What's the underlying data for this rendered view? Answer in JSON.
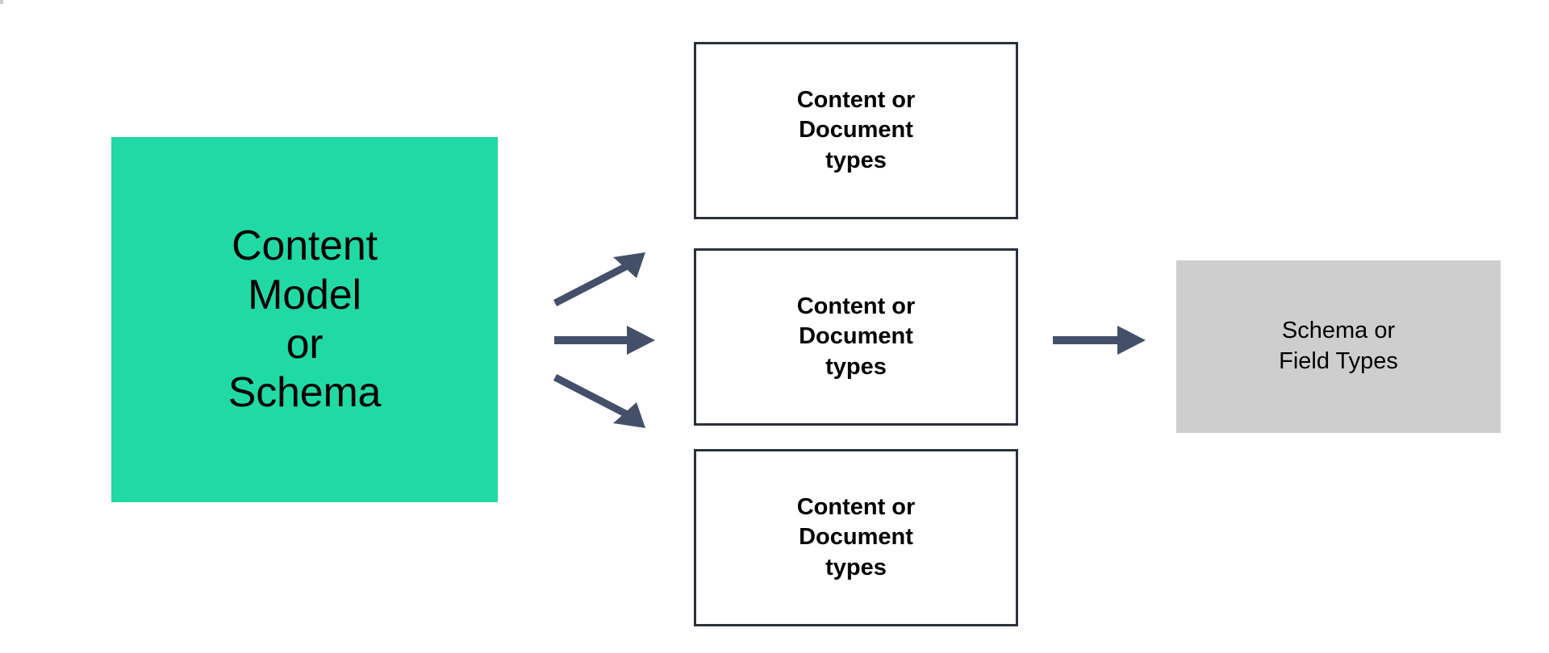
{
  "diagram": {
    "title": "Content Model relationship diagram",
    "background_color": "#ffffff",
    "source_node": {
      "name": "content-model-node",
      "label": "Content\nModel\nor\nSchema",
      "fill_color": "#21d9a4",
      "text_color": "#000000",
      "shape": "rectangle"
    },
    "type_nodes": [
      {
        "name": "content-type-node-1",
        "label": "Content or\nDocument\ntypes",
        "fill_color": "#ffffff",
        "border_color": "#2b303c",
        "text_color": "#000000",
        "shape": "rectangle"
      },
      {
        "name": "content-type-node-2",
        "label": "Content or\nDocument\ntypes",
        "fill_color": "#ffffff",
        "border_color": "#2b303c",
        "text_color": "#000000",
        "shape": "rectangle"
      },
      {
        "name": "content-type-node-3",
        "label": "Content or\nDocument\ntypes",
        "fill_color": "#ffffff",
        "border_color": "#2b303c",
        "text_color": "#000000",
        "shape": "rectangle"
      }
    ],
    "target_node": {
      "name": "schema-field-types-node",
      "label": "Schema or\nField Types",
      "fill_color": "#cecece",
      "text_color": "#000000",
      "shape": "rectangle"
    },
    "arrows": [
      {
        "name": "arrow-model-to-type-1",
        "from": "content-model-node",
        "to": "content-type-node-1",
        "direction": "up-right",
        "color": "#44506a"
      },
      {
        "name": "arrow-model-to-type-2",
        "from": "content-model-node",
        "to": "content-type-node-2",
        "direction": "right",
        "color": "#44506a"
      },
      {
        "name": "arrow-model-to-type-3",
        "from": "content-model-node",
        "to": "content-type-node-3",
        "direction": "down-right",
        "color": "#44506a"
      },
      {
        "name": "arrow-type-2-to-schema",
        "from": "content-type-node-2",
        "to": "schema-field-types-node",
        "direction": "right",
        "color": "#44506a"
      }
    ]
  }
}
